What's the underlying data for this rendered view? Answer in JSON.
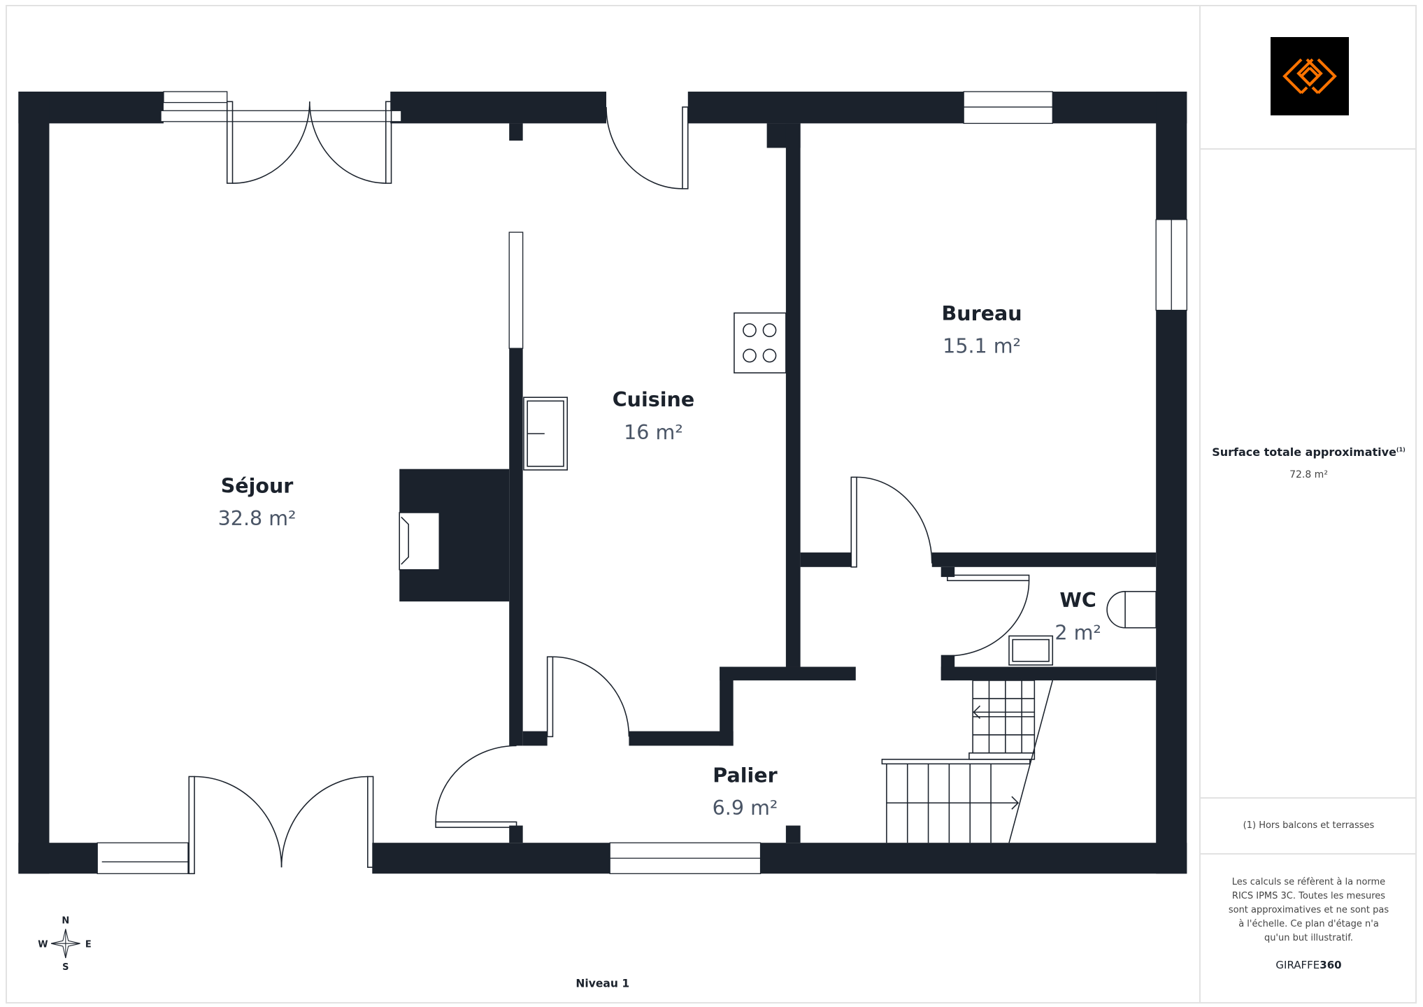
{
  "rooms": [
    {
      "name": "Séjour",
      "area": "32.8 m²"
    },
    {
      "name": "Cuisine",
      "area": "16 m²"
    },
    {
      "name": "Bureau",
      "area": "15.1 m²"
    },
    {
      "name": "WC",
      "area": "2 m²"
    },
    {
      "name": "Palier",
      "area": "6.9 m²"
    }
  ],
  "level": "Niveau 1",
  "compass": {
    "n": "N",
    "s": "S",
    "e": "E",
    "w": "W"
  },
  "sidebar": {
    "logo_icon": "brand-logo-icon",
    "total_label": "Surface totale approximative",
    "total_sup": "(1)",
    "total_value": "72.8 m²",
    "footnote": "(1) Hors balcons et terrasses",
    "disclaimer": "Les calculs se réfèrent à la norme RICS IPMS 3C. Toutes les mesures sont approximatives et ne sont pas à l'échelle. Ce plan d'étage n'a qu'un but illustratif.",
    "brand_a": "GIRAFFE",
    "brand_b": "360"
  },
  "colors": {
    "wall": "#1b222c",
    "accent": "#ff7300"
  }
}
